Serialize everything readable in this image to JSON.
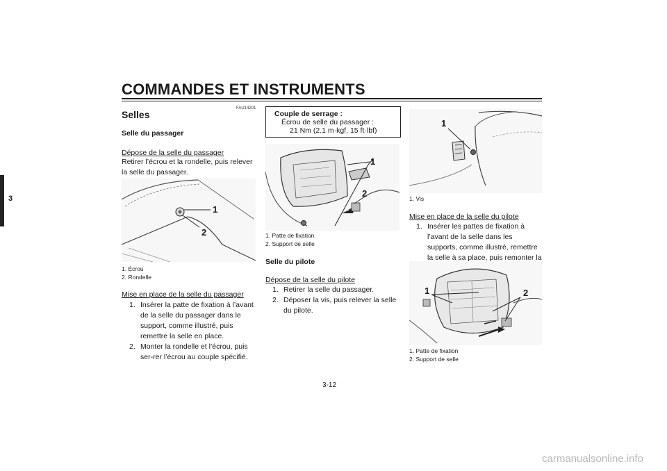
{
  "header": {
    "title": "COMMANDES ET INSTRUMENTS",
    "chapter": "3"
  },
  "col1": {
    "code": "FAU14201",
    "section_title": "Selles",
    "sub_title": "Selle du passager",
    "removal_heading": "Dépose de la selle du passager",
    "removal_text": "Retirer l’écrou et la rondelle, puis relever la selle du passager.",
    "fig_callouts": [
      "1",
      "2"
    ],
    "captions": [
      "1. Écrou",
      "2. Rondelle"
    ],
    "install_heading": "Mise en place de la selle du passager",
    "install_steps": [
      {
        "num": "1.",
        "text": "Insérer la patte de fixation à l’avant de la selle du passager dans le support, comme illustré, puis remettre la selle en place."
      },
      {
        "num": "2.",
        "text": "Monter la rondelle et l’écrou, puis ser-rer l’écrou au couple spécifié."
      }
    ]
  },
  "col2": {
    "torque": {
      "title": "Couple de serrage :",
      "line1": "Écrou de selle du passager :",
      "line2": "21 Nm (2.1 m·kgf, 15 ft·lbf)"
    },
    "fig_callouts": [
      "1",
      "2"
    ],
    "captions": [
      "1. Patte de fixation",
      "2. Support de selle"
    ],
    "sub_title": "Selle du pilote",
    "removal_heading": "Dépose de la selle du pilote",
    "removal_steps": [
      {
        "num": "1.",
        "text": "Retirer la selle du passager."
      },
      {
        "num": "2.",
        "text": "Déposer la vis, puis relever la selle du pilote."
      }
    ]
  },
  "col3": {
    "fig1_callouts": [
      "1"
    ],
    "fig1_captions": [
      "1. Vis"
    ],
    "install_heading": "Mise en place de la selle du pilote",
    "install_steps": [
      {
        "num": "1.",
        "text": "Insérer les pattes de fixation à l’avant de la selle dans les supports, comme illustré, remettre la selle à sa place, puis remonter la vis."
      }
    ],
    "fig2_callouts": [
      "1",
      "2"
    ],
    "fig2_captions": [
      "1. Patte de fixation",
      "2. Support de selle"
    ]
  },
  "footer": {
    "page_number": "3-12",
    "watermark": "carmanualsonline.info"
  }
}
